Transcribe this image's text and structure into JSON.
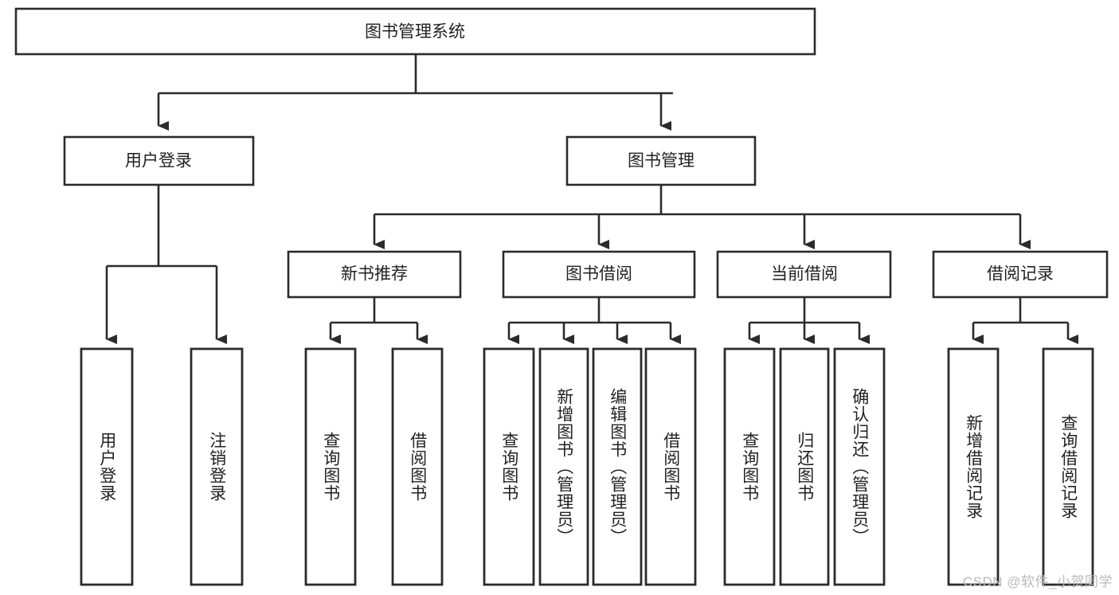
{
  "diagram": {
    "title": "图书管理系统",
    "type": "hierarchy-tree",
    "watermark": "CSDN @软件_小贺同学",
    "colors": {
      "stroke": "#2b2b2b",
      "fill": "#ffffff",
      "text": "#222222",
      "watermark": "#b9b9b9",
      "background": "#ffffff"
    },
    "levels": [
      {
        "level": 1,
        "nodes": [
          {
            "id": "root",
            "label": "图书管理系统",
            "orientation": "horizontal"
          }
        ]
      },
      {
        "level": 2,
        "nodes": [
          {
            "id": "user-login",
            "label": "用户登录",
            "orientation": "horizontal",
            "parent": "root"
          },
          {
            "id": "book-manage",
            "label": "图书管理",
            "orientation": "horizontal",
            "parent": "root"
          }
        ]
      },
      {
        "level": 3,
        "nodes": [
          {
            "id": "new-book-rec",
            "label": "新书推荐",
            "orientation": "horizontal",
            "parent": "book-manage"
          },
          {
            "id": "book-borrow",
            "label": "图书借阅",
            "orientation": "horizontal",
            "parent": "book-manage"
          },
          {
            "id": "current-borrow",
            "label": "当前借阅",
            "orientation": "horizontal",
            "parent": "book-manage"
          },
          {
            "id": "borrow-record",
            "label": "借阅记录",
            "orientation": "horizontal",
            "parent": "book-manage"
          }
        ]
      },
      {
        "level": 4,
        "nodes": [
          {
            "id": "leaf-1",
            "label": "用户登录",
            "orientation": "vertical",
            "parent": "user-login"
          },
          {
            "id": "leaf-2",
            "label": "注销登录",
            "orientation": "vertical",
            "parent": "user-login"
          },
          {
            "id": "leaf-3",
            "label": "查询图书",
            "orientation": "vertical",
            "parent": "new-book-rec"
          },
          {
            "id": "leaf-4",
            "label": "借阅图书",
            "orientation": "vertical",
            "parent": "new-book-rec"
          },
          {
            "id": "leaf-5",
            "label": "查询图书",
            "orientation": "vertical",
            "parent": "book-borrow"
          },
          {
            "id": "leaf-6",
            "label": "新增图书（管理员）",
            "orientation": "vertical",
            "parent": "book-borrow"
          },
          {
            "id": "leaf-7",
            "label": "编辑图书（管理员）",
            "orientation": "vertical",
            "parent": "book-borrow"
          },
          {
            "id": "leaf-8",
            "label": "借阅图书",
            "orientation": "vertical",
            "parent": "book-borrow"
          },
          {
            "id": "leaf-9",
            "label": "查询图书",
            "orientation": "vertical",
            "parent": "current-borrow"
          },
          {
            "id": "leaf-10",
            "label": "归还图书",
            "orientation": "vertical",
            "parent": "current-borrow"
          },
          {
            "id": "leaf-11",
            "label": "确认归还（管理员）",
            "orientation": "vertical",
            "parent": "current-borrow"
          },
          {
            "id": "leaf-12",
            "label": "新增借阅记录",
            "orientation": "vertical",
            "parent": "borrow-record"
          },
          {
            "id": "leaf-13",
            "label": "查询借阅记录",
            "orientation": "vertical",
            "parent": "borrow-record"
          }
        ]
      }
    ]
  }
}
